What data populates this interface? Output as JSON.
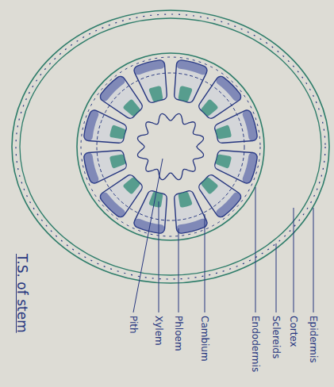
{
  "diagram": {
    "title": "T.S. of stem",
    "labels": [
      "Epidermis",
      "Cortex",
      "Sclereids",
      "Endodermis",
      "Cambium",
      "Phloem",
      "Xylem",
      "Pith"
    ]
  }
}
